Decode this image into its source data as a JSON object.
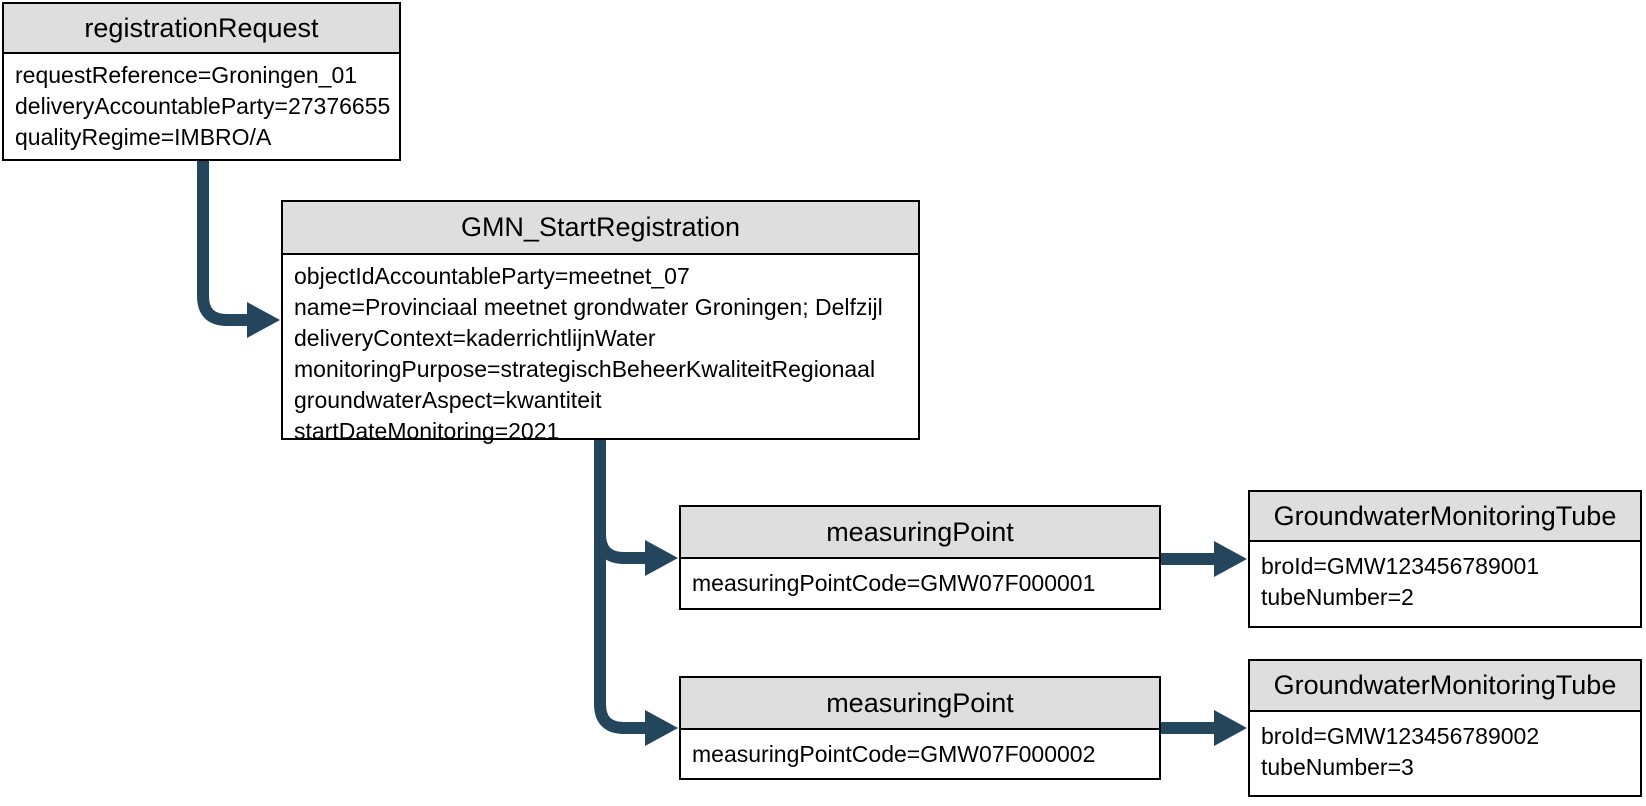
{
  "colors": {
    "arrow": "#24465C",
    "header_bg": "#DEDEDE",
    "border": "#000000",
    "background": "#FFFFFF"
  },
  "nodes": [
    {
      "title": "registrationRequest",
      "attributes": [
        "requestReference=Groningen_01",
        "deliveryAccountableParty=27376655",
        "qualityRegime=IMBRO/A"
      ]
    },
    {
      "title": "GMN_StartRegistration",
      "attributes": [
        "objectIdAccountableParty=meetnet_07",
        "name=Provinciaal meetnet grondwater Groningen; Delfzijl",
        "deliveryContext=kaderrichtlijnWater",
        "monitoringPurpose=strategischBeheerKwaliteitRegionaal",
        "groundwaterAspect=kwantiteit",
        "startDateMonitoring=2021"
      ]
    },
    {
      "title": "measuringPoint",
      "attributes": [
        "measuringPointCode=GMW07F000001"
      ]
    },
    {
      "title": "GroundwaterMonitoringTube",
      "attributes": [
        "broId=GMW123456789001",
        "tubeNumber=2"
      ]
    },
    {
      "title": "measuringPoint",
      "attributes": [
        "measuringPointCode=GMW07F000002"
      ]
    },
    {
      "title": "GroundwaterMonitoringTube",
      "attributes": [
        "broId=GMW123456789002",
        "tubeNumber=3"
      ]
    }
  ]
}
